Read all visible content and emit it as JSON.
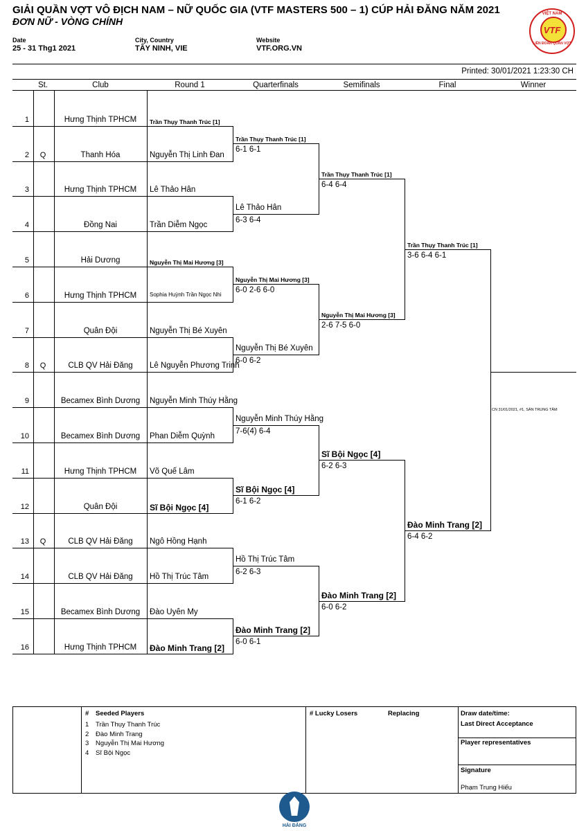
{
  "header": {
    "title": "GIẢI QUẦN VỢT VÔ ĐỊCH NAM – NỮ QUỐC GIA (VTF MASTERS 500 – 1) CÚP HẢI ĐĂNG NĂM 2021",
    "subtitle": "ĐƠN NỮ - VÒNG CHÍNH",
    "date_label": "Date",
    "date_value": "25 - 31 Thg1 2021",
    "city_label": "City, Country",
    "city_value": "TÂY NINH, VIE",
    "website_label": "Website",
    "website_value": "VTF.ORG.VN",
    "printed": "Printed: 30/01/2021 1:23:30 CH",
    "logo": {
      "top": "VIỆT NAM",
      "main": "VTF",
      "bottom": "LIÊN ĐOÀN QUẦN VỢT"
    }
  },
  "columns": [
    "St.",
    "Club",
    "Round 1",
    "Quarterfinals",
    "Semifinals",
    "Final",
    "Winner"
  ],
  "round1": [
    {
      "num": "1",
      "st": "",
      "club": "Hưng Thịnh TPHCM",
      "player": "Trần Thụy Thanh Trúc [1]"
    },
    {
      "num": "2",
      "st": "Q",
      "club": "Thanh Hóa",
      "player": "Nguyễn Thị Linh Đan"
    },
    {
      "num": "3",
      "st": "",
      "club": "Hưng Thịnh TPHCM",
      "player": "Lê Thảo Hân"
    },
    {
      "num": "4",
      "st": "",
      "club": "Đồng Nai",
      "player": "Trần Diễm Ngọc"
    },
    {
      "num": "5",
      "st": "",
      "club": "Hải Dương",
      "player": "Nguyễn Thị Mai Hương [3]"
    },
    {
      "num": "6",
      "st": "",
      "club": "Hưng Thịnh TPHCM",
      "player": "Sophia Huỳnh Trần Ngọc Nhi"
    },
    {
      "num": "7",
      "st": "",
      "club": "Quân Đội",
      "player": "Nguyễn Thị Bé Xuyên"
    },
    {
      "num": "8",
      "st": "Q",
      "club": "CLB QV Hải Đăng",
      "player": "Lê Nguyễn Phương Trinh"
    },
    {
      "num": "9",
      "st": "",
      "club": "Becamex Bình Dương",
      "player": "Nguyễn Minh Thúy Hằng"
    },
    {
      "num": "10",
      "st": "",
      "club": "Becamex Bình Dương",
      "player": "Phan Diễm Quỳnh"
    },
    {
      "num": "11",
      "st": "",
      "club": "Hưng Thịnh TPHCM",
      "player": "Võ Quế Lâm"
    },
    {
      "num": "12",
      "st": "",
      "club": "Quân Đội",
      "player": "Sĩ Bội Ngọc [4]"
    },
    {
      "num": "13",
      "st": "Q",
      "club": "CLB QV Hải Đăng",
      "player": "Ngô Hồng Hạnh"
    },
    {
      "num": "14",
      "st": "",
      "club": "CLB QV Hải Đăng",
      "player": "Hồ Thị Trúc Tâm"
    },
    {
      "num": "15",
      "st": "",
      "club": "Becamex Bình Dương",
      "player": "Đào Uyên My"
    },
    {
      "num": "16",
      "st": "",
      "club": "Hưng Thịnh TPHCM",
      "player": "Đào Minh Trang [2]"
    }
  ],
  "quarterfinals": [
    {
      "player": "Trần Thụy Thanh Trúc [1]",
      "score": "6-1 6-1"
    },
    {
      "player": "Lê Thảo Hân",
      "score": "6-3 6-4"
    },
    {
      "player": "Nguyễn Thị Mai Hương [3]",
      "score": "6-0 2-6 6-0"
    },
    {
      "player": "Nguyễn Thị Bé Xuyên",
      "score": "6-0 6-2"
    },
    {
      "player": "Nguyễn Minh Thúy Hằng",
      "score": "7-6(4) 6-4"
    },
    {
      "player": "Sĩ Bội Ngọc [4]",
      "score": "6-1 6-2"
    },
    {
      "player": "Hồ Thị Trúc Tâm",
      "score": "6-2 6-3"
    },
    {
      "player": "Đào Minh Trang [2]",
      "score": "6-0 6-1"
    }
  ],
  "semifinals": [
    {
      "player": "Trần Thụy Thanh Trúc [1]",
      "score": "6-4 6-4"
    },
    {
      "player": "Nguyễn Thị Mai Hương [3]",
      "score": "2-6 7-5 6-0"
    },
    {
      "player": "Sĩ Bội Ngọc [4]",
      "score": "6-2 6-3"
    },
    {
      "player": "Đào Minh Trang [2]",
      "score": "6-0 6-2"
    }
  ],
  "final": [
    {
      "player": "Trần Thụy Thanh Trúc [1]",
      "score": "3-6 6-4 6-1"
    },
    {
      "player": "Đào Minh Trang [2]",
      "score": "6-4 6-2"
    }
  ],
  "final_note": "CN 31/01/2021, #1, SÂN TRUNG TÂM",
  "footer": {
    "seeded_hash": "#",
    "seeded_title": "Seeded Players",
    "seeded": [
      {
        "n": "1",
        "name": "Trần Thụy Thanh Trúc"
      },
      {
        "n": "2",
        "name": "Đào Minh Trang"
      },
      {
        "n": "3",
        "name": "Nguyễn Thị Mai Hương"
      },
      {
        "n": "4",
        "name": "Sĩ Bội Ngọc"
      }
    ],
    "lucky_losers": "# Lucky Losers",
    "replacing": "Replacing",
    "draw_date": "Draw date/time:",
    "last_direct": "Last Direct Acceptance",
    "player_reps": "Player representatives",
    "signature": "Signature",
    "signer": "Phạm Trung Hiếu",
    "bottom_logo": "HẢI ĐĂNG"
  }
}
